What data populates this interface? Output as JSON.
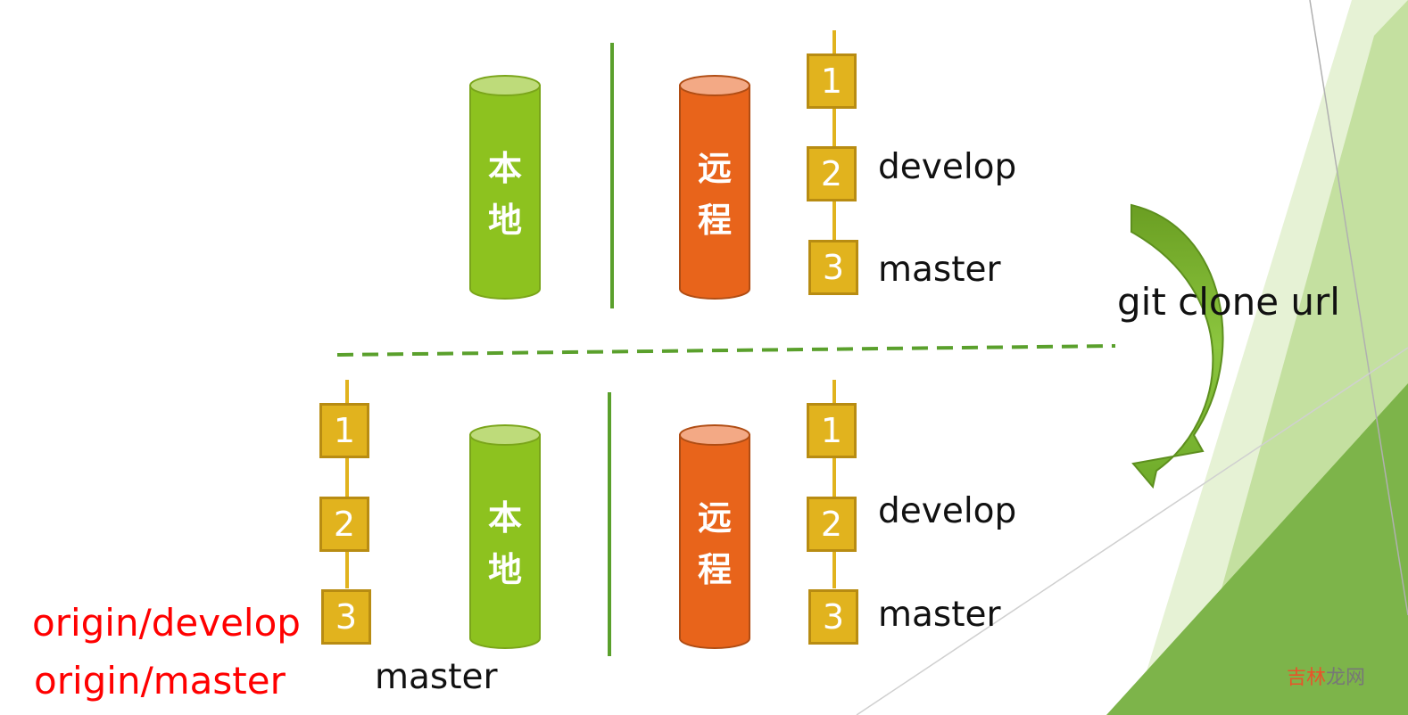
{
  "colors": {
    "local_cylinder": "#8dc21f",
    "remote_cylinder": "#e8641b",
    "commit_box": "#e1b31e",
    "divider": "#5aa02c",
    "arrow": "#7bb829",
    "origin_label": "#ff0000"
  },
  "top": {
    "local": "本地",
    "remote": "远程",
    "remote_commits": [
      "1",
      "2",
      "3"
    ],
    "remote_branches": {
      "develop": "develop",
      "master": "master"
    }
  },
  "command": "git clone url",
  "bottom": {
    "local": "本地",
    "remote": "远程",
    "local_commits": [
      "1",
      "2",
      "3"
    ],
    "remote_commits": [
      "1",
      "2",
      "3"
    ],
    "local_branch": "master",
    "origin_develop": "origin/develop",
    "origin_master": "origin/master",
    "remote_branches": {
      "develop": "develop",
      "master": "master"
    }
  },
  "watermark": {
    "part1": "吉林",
    "part2": "龙网"
  },
  "icons": [
    "curved-arrow-icon"
  ]
}
